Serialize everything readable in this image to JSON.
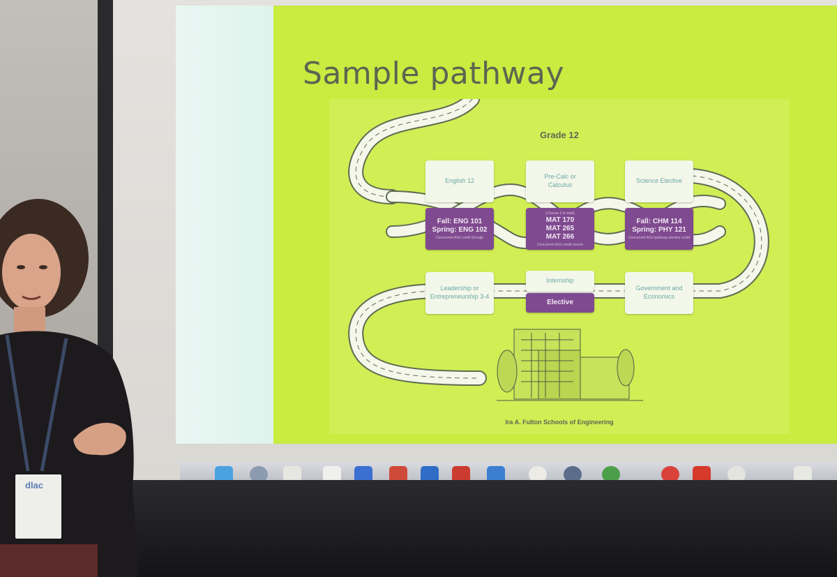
{
  "slide": {
    "title": "Sample pathway",
    "grade_label": "Grade 12",
    "school_name": "Ira A. Fulton Schools of Engineering",
    "top_row": [
      {
        "course": "English 12",
        "credit_main": "Fall: ENG 101\nSpring: ENG 102",
        "credit_note": "Concurrent ASU credit through"
      },
      {
        "course": "Pre-Calc or\nCalculus",
        "credit_head": "(Choose 2 to total)",
        "credit_main": "MAT 170\nMAT 265\nMAT 266",
        "credit_note": "Concurrent ASU credit course"
      },
      {
        "course": "Science Elective",
        "credit_main": "Fall: CHM 114\nSpring: PHY 121",
        "credit_note": "Concurrent ASU pathway elective credit"
      }
    ],
    "bottom_row": [
      {
        "course": "Leadership or\nEntrepreneurship 3-4"
      },
      {
        "course": "Internship",
        "credit_main": "Elective"
      },
      {
        "course": "Government and\nEconomics"
      }
    ]
  },
  "badge": {
    "logo": "dlac"
  },
  "colors": {
    "slide_bg": "#c8ec40",
    "card_bg": "#f3f7e9",
    "credit_bg": "#7f4a8f",
    "title": "#5b6650",
    "road": "#f5f7ea"
  }
}
